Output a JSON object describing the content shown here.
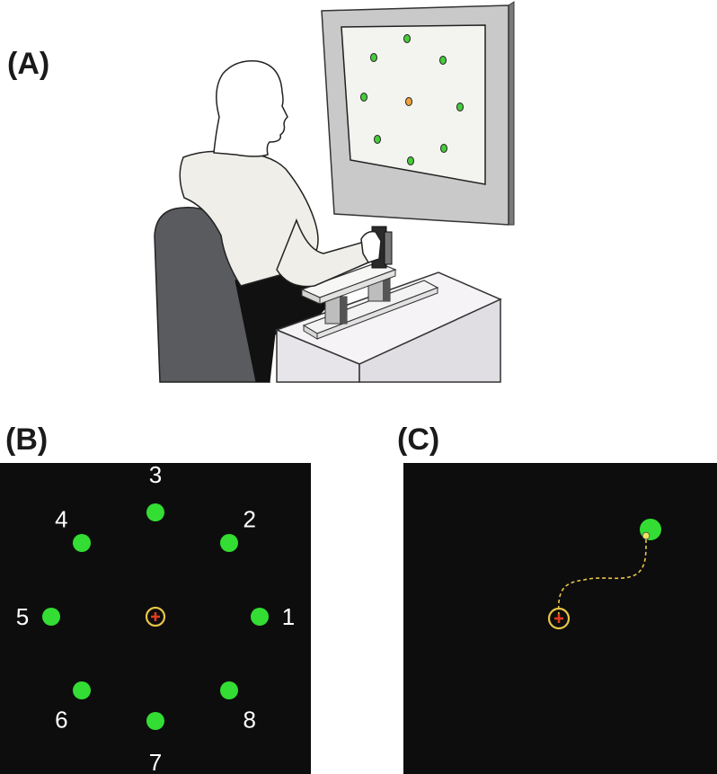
{
  "panels": {
    "a": {
      "label": "(A)"
    },
    "b": {
      "label": "(B)"
    },
    "c": {
      "label": "(C)"
    }
  },
  "targets": [
    {
      "number": "1"
    },
    {
      "number": "2"
    },
    {
      "number": "3"
    },
    {
      "number": "4"
    },
    {
      "number": "5"
    },
    {
      "number": "6"
    },
    {
      "number": "7"
    },
    {
      "number": "8"
    }
  ],
  "colors": {
    "target": "#33dd33",
    "start_ring": "#e8c547",
    "cursor_cross": "#e23b1e",
    "background": "#0d0d0d",
    "trajectory": "#e8c547"
  }
}
